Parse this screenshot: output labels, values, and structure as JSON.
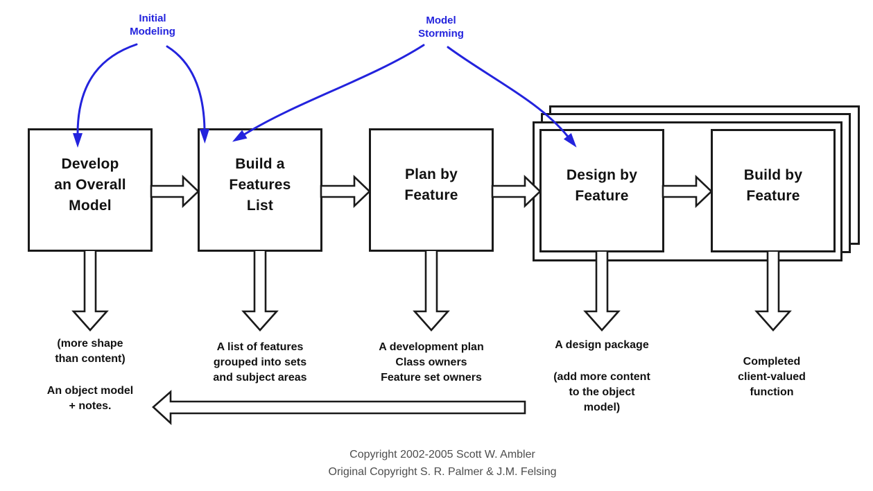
{
  "colors": {
    "annotation": "#2323dd",
    "line": "#1a1a1a",
    "text": "#111111",
    "copyright": "#4d4d4d",
    "background": "#ffffff"
  },
  "annotations": {
    "initial_modeling": {
      "lines": [
        "Initial",
        "Modeling"
      ]
    },
    "model_storming": {
      "lines": [
        "Model",
        "Storming"
      ]
    }
  },
  "process_boxes": [
    {
      "id": "develop-an-overall-model",
      "lines": [
        "Develop",
        "an Overall",
        "Model"
      ]
    },
    {
      "id": "build-a-features-list",
      "lines": [
        "Build a",
        "Features",
        "List"
      ]
    },
    {
      "id": "plan-by-feature",
      "lines": [
        "Plan by",
        "Feature"
      ]
    },
    {
      "id": "design-by-feature",
      "lines": [
        "Design by",
        "Feature"
      ]
    },
    {
      "id": "build-by-feature",
      "lines": [
        "Build by",
        "Feature"
      ]
    }
  ],
  "outputs": {
    "develop_model_note": {
      "lines": [
        "(more shape",
        "than content)"
      ]
    },
    "develop_model_result": {
      "lines": [
        "An object model",
        "+ notes."
      ]
    },
    "features_list_result": {
      "lines": [
        "A list of features",
        "grouped into sets",
        "and subject areas"
      ]
    },
    "plan_result": {
      "lines": [
        "A development plan",
        "Class owners",
        "Feature set owners"
      ]
    },
    "design_result": {
      "lines": [
        "A design package"
      ]
    },
    "design_note": {
      "lines": [
        "(add more content",
        "to the object",
        "model)"
      ]
    },
    "build_result": {
      "lines": [
        "Completed",
        "client-valued",
        "function"
      ]
    }
  },
  "copyright": {
    "line1": "Copyright 2002-2005 Scott W. Ambler",
    "line2": "Original Copyright S. R. Palmer & J.M. Felsing"
  }
}
